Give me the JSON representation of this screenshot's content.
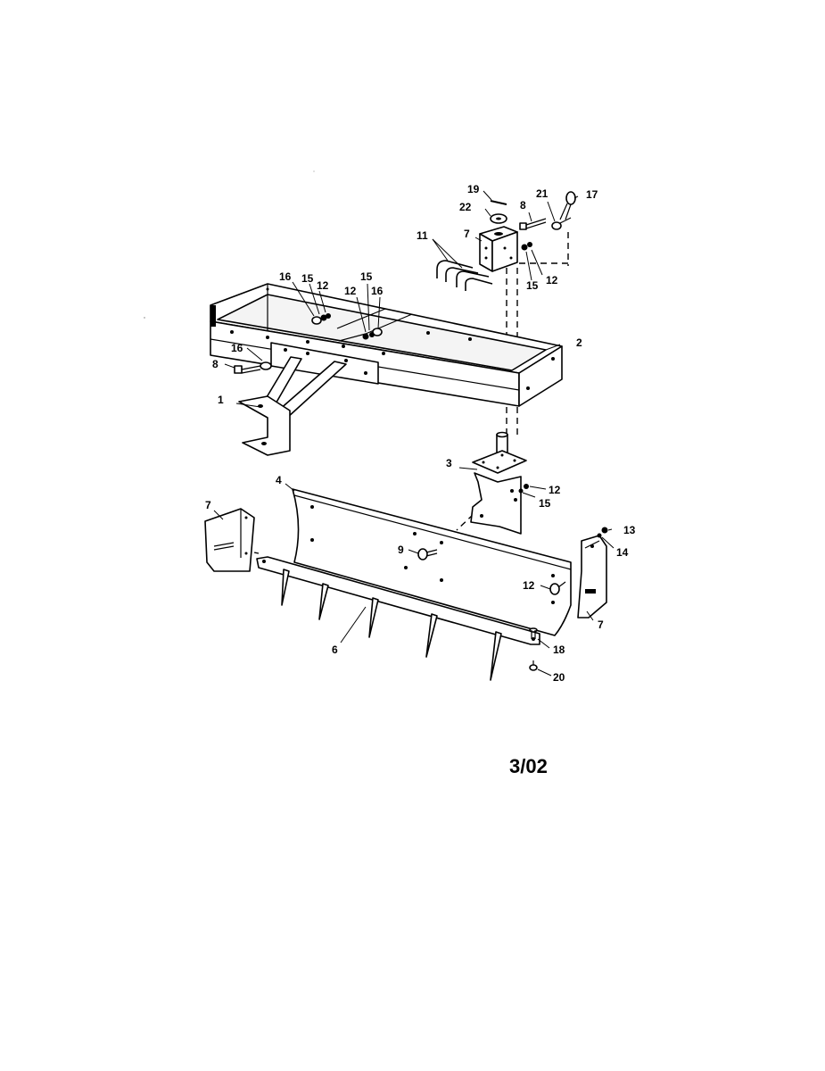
{
  "labels": {
    "p1": "1",
    "p2": "2",
    "p3": "3",
    "p4": "4",
    "p6": "6",
    "p7a": "7",
    "p7b": "7",
    "p7c": "7",
    "p8a": "8",
    "p8b": "8",
    "p9": "9",
    "p11": "11",
    "p12a": "12",
    "p12b": "12",
    "p12c": "12",
    "p12d": "12",
    "p12e": "12",
    "p13": "13",
    "p14": "14",
    "p15a": "15",
    "p15b": "15",
    "p15c": "15",
    "p15d": "15",
    "p16a": "16",
    "p16b": "16",
    "p16c": "16",
    "p17": "17",
    "p18": "18",
    "p19": "19",
    "p20": "20",
    "p21": "21",
    "p22": "22"
  },
  "date_code": "3/02"
}
